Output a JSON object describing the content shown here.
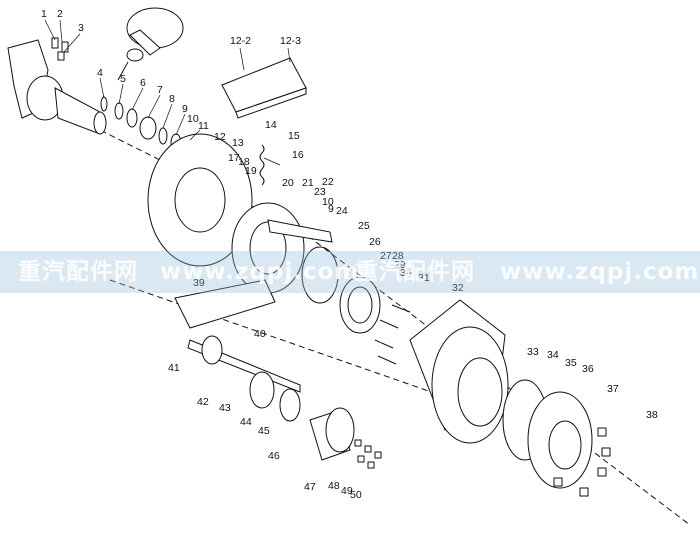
{
  "diagram": {
    "type": "exploded-parts-view",
    "callouts": [
      "1",
      "2",
      "3",
      "4",
      "5",
      "6",
      "7",
      "8",
      "9",
      "10",
      "11",
      "12-2",
      "12-3",
      "12",
      "13",
      "14",
      "15",
      "16",
      "17",
      "18",
      "19",
      "20",
      "21",
      "22",
      "23",
      "10",
      "9",
      "24",
      "25",
      "26",
      "27",
      "28",
      "29",
      "30",
      "31",
      "32",
      "33",
      "34",
      "35",
      "36",
      "37",
      "38",
      "39",
      "40",
      "41",
      "42",
      "43",
      "44",
      "45",
      "46",
      "47",
      "48",
      "49",
      "50"
    ]
  },
  "watermark": {
    "left_text": "重汽配件网",
    "left_url": "www.zqpj.com",
    "center_text": "重汽配件网",
    "right_url": "www.zqpj.com"
  },
  "colors": {
    "line": "#111111",
    "band": "#a9c9e0",
    "watermark_text": "#ffffff"
  }
}
